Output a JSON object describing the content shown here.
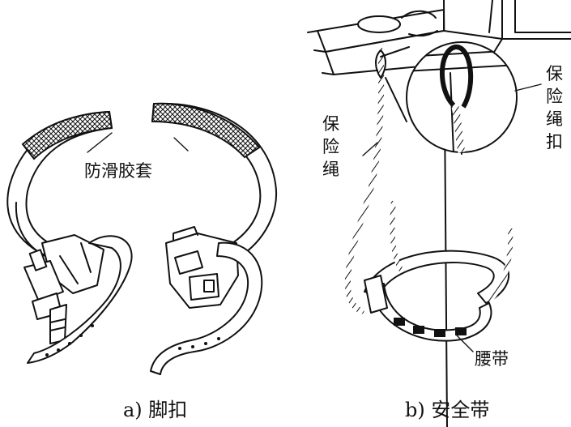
{
  "figure": {
    "left": {
      "caption": "a) 脚扣",
      "label_rubber_sleeve": "防滑胶套"
    },
    "right": {
      "caption": "b) 安全带",
      "label_safety_rope": [
        "保",
        "险",
        "绳"
      ],
      "label_rope_buckle": [
        "保",
        "险",
        "绳",
        "扣"
      ],
      "label_waist_belt": "腰带"
    }
  }
}
